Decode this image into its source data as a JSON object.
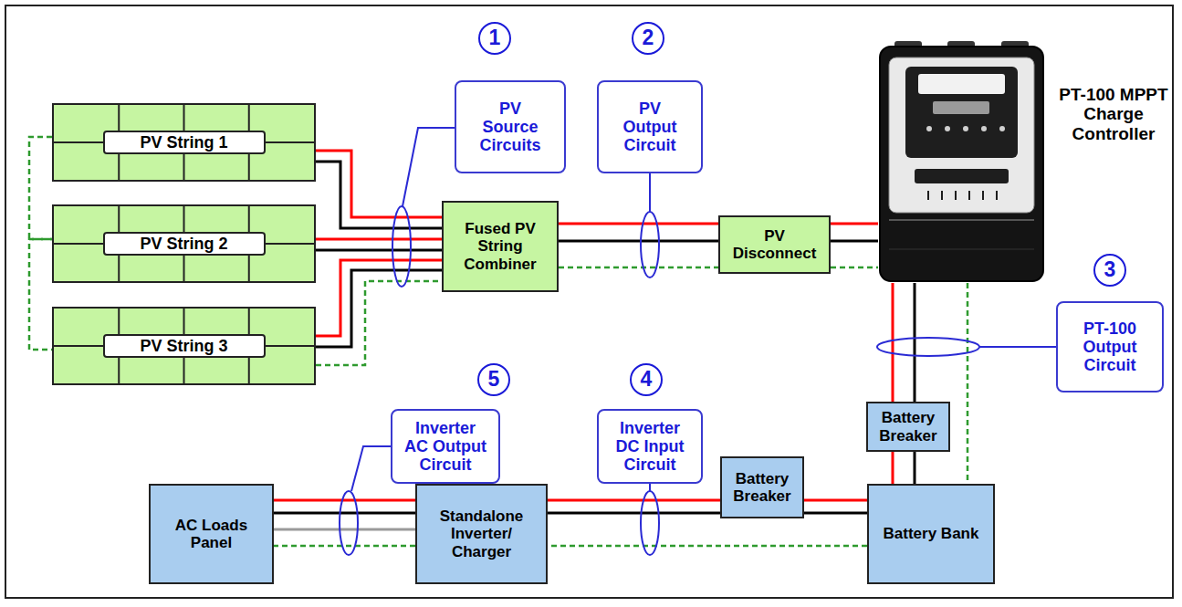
{
  "diagram": {
    "nodes": [
      {
        "text": [
          "PV String 1"
        ]
      },
      {
        "text": [
          "PV String 2"
        ]
      },
      {
        "text": [
          "PV String 3"
        ]
      },
      {
        "text": [
          "Fused PV String Combiner"
        ]
      },
      {
        "text": [
          "PV Disconnect"
        ]
      },
      {
        "text": [
          "PT-100 MPPT Charge Controller"
        ]
      },
      {
        "text": [
          "Battery Breaker"
        ]
      },
      {
        "text": [
          "Battery Bank"
        ]
      },
      {
        "text": [
          "Battery Breaker"
        ]
      },
      {
        "text": [
          "Standalone Inverter/ Charger"
        ]
      },
      {
        "text": [
          "AC Loads Panel"
        ]
      },
      {
        "text": [
          "1"
        ]
      },
      {
        "text": [
          "PV Source Circuits"
        ]
      },
      {
        "text": [
          "2"
        ]
      },
      {
        "text": [
          "PV Output Circuit"
        ]
      },
      {
        "text": [
          "3"
        ]
      },
      {
        "text": [
          "PT-100 Output Circuit"
        ]
      },
      {
        "text": [
          "5"
        ]
      },
      {
        "text": [
          "Inverter AC Output Circuit"
        ]
      },
      {
        "text": [
          "4"
        ]
      },
      {
        "text": [
          "Inverter DC Input Circuit"
        ]
      }
    ],
    "edges": [
      {
        "from": 0,
        "to": 3,
        "arrow": "none"
      },
      {
        "from": 1,
        "to": 3,
        "arrow": "none"
      },
      {
        "from": 2,
        "to": 3,
        "arrow": "none"
      },
      {
        "from": 0,
        "to": 1,
        "arrow": "none"
      },
      {
        "from": 1,
        "to": 2,
        "arrow": "none"
      },
      {
        "from": 3,
        "to": 4,
        "arrow": "none"
      },
      {
        "from": 4,
        "to": 5,
        "arrow": "none"
      },
      {
        "from": 5,
        "to": 6,
        "arrow": "none"
      },
      {
        "from": 6,
        "to": 7,
        "arrow": "none"
      },
      {
        "from": 5,
        "to": 7,
        "arrow": "none"
      },
      {
        "from": 7,
        "to": 8,
        "arrow": "none"
      },
      {
        "from": 8,
        "to": 9,
        "arrow": "none"
      },
      {
        "from": 7,
        "to": 9,
        "arrow": "none"
      },
      {
        "from": 9,
        "to": 10,
        "arrow": "none"
      }
    ]
  }
}
